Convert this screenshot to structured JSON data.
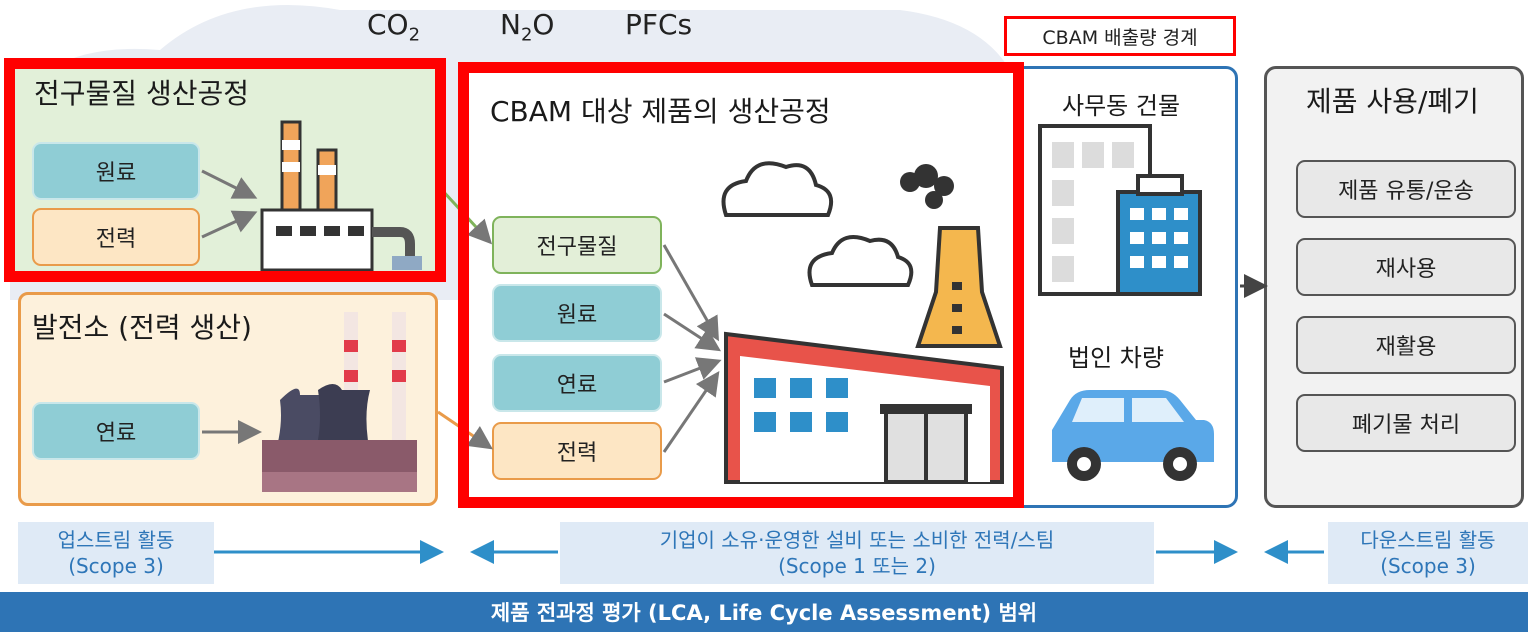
{
  "gases": [
    "CO₂",
    "N₂O",
    "PFCs"
  ],
  "boundary_label": "CBAM 배출량 경계",
  "precursor": {
    "title": "전구물질 생산공정",
    "inputs": [
      "원료",
      "전력"
    ]
  },
  "power_plant": {
    "title": "발전소 (전력 생산)",
    "inputs": [
      "연료"
    ]
  },
  "cbam_process": {
    "title": "CBAM 대상 제품의 생산공정",
    "inputs": [
      "전구물질",
      "원료",
      "연료",
      "전력"
    ]
  },
  "office": {
    "building": "사무동 건물",
    "vehicle": "법인 차량"
  },
  "product_use": {
    "title": "제품 사용/폐기",
    "items": [
      "제품 유통/운송",
      "재사용",
      "재활용",
      "폐기물 처리"
    ]
  },
  "scopes": {
    "upstream": {
      "line1": "업스트림 활동",
      "line2": "(Scope 3)"
    },
    "company": {
      "line1": "기업이 소유·운영한 설비 또는 소비한 전력/스팀",
      "line2": "(Scope 1 또는 2)"
    },
    "downstream": {
      "line1": "다운스트림 활동",
      "line2": "(Scope 3)"
    }
  },
  "footer": "제품 전과정 평가 (LCA, Life Cycle Assessment) 범위",
  "colors": {
    "red_boundary": "#ff0000",
    "footer_bg": "#2e74b5",
    "scope_text": "#2e76b8",
    "cloud": "#e9edf4"
  }
}
